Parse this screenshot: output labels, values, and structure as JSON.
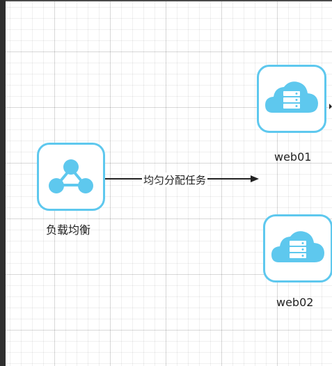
{
  "diagram": {
    "nodes": [
      {
        "id": "lb",
        "label": "负载均衡",
        "icon": "network-share-icon"
      },
      {
        "id": "web01",
        "label": "web01",
        "icon": "cloud-server-icon"
      },
      {
        "id": "web02",
        "label": "web02",
        "icon": "cloud-server-icon"
      }
    ],
    "edges": [
      {
        "from": "lb",
        "to": "web01",
        "label": "均匀分配任务"
      }
    ],
    "colors": {
      "accent": "#5ec8ee",
      "icon_fill": "#5ec8ee",
      "line": "#222222"
    }
  }
}
